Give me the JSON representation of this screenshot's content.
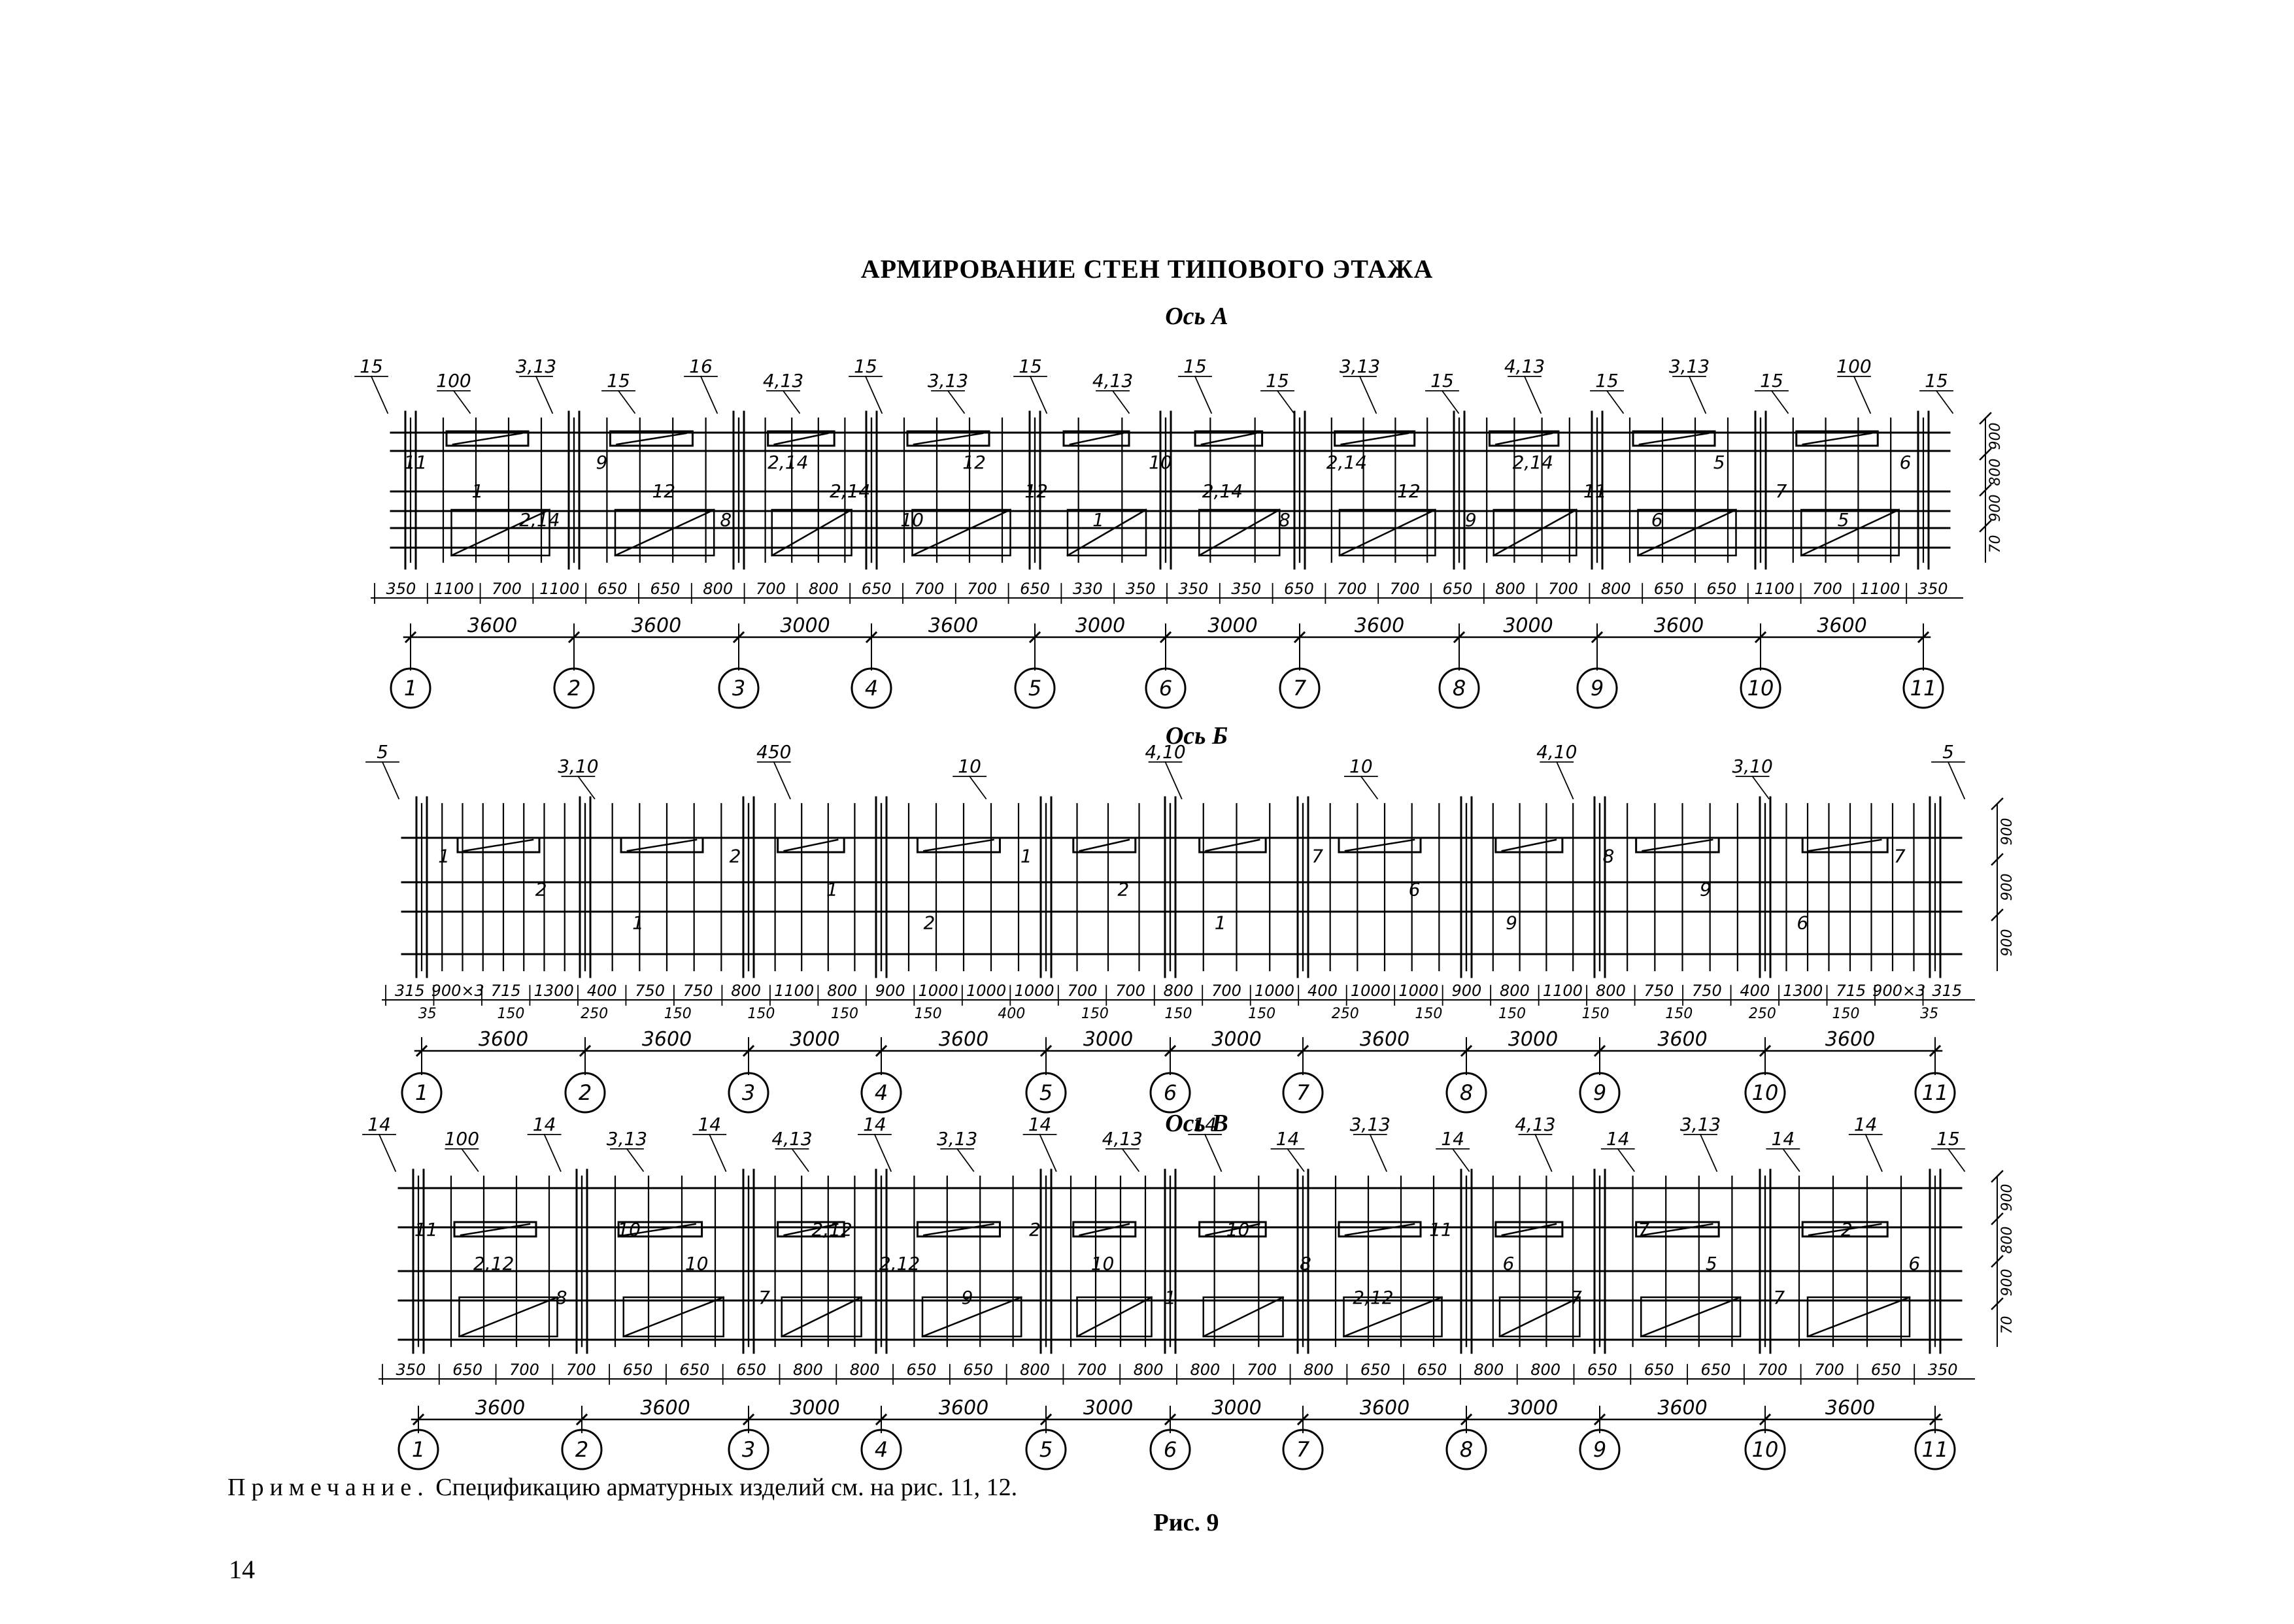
{
  "title": "АРМИРОВАНИЕ СТЕН ТИПОВОГО ЭТАЖА",
  "axes": [
    {
      "id": "A",
      "label": "Ось А"
    },
    {
      "id": "B",
      "label": "Ось Б"
    },
    {
      "id": "V",
      "label": "Ось В"
    }
  ],
  "gridlines": [
    "1",
    "2",
    "3",
    "4",
    "5",
    "6",
    "7",
    "8",
    "9",
    "10",
    "11"
  ],
  "axisA": {
    "spans": [
      "3600",
      "3600",
      "3000",
      "3600",
      "3000",
      "3000",
      "3600",
      "3000",
      "3600",
      "3600"
    ],
    "sub_dims": [
      "350",
      "1100",
      "700",
      "1100",
      "650",
      "650",
      "800",
      "700",
      "800",
      "650",
      "700",
      "700",
      "650",
      "330",
      "350",
      "350",
      "350",
      "650",
      "700",
      "700",
      "650",
      "800",
      "700",
      "800",
      "650",
      "650",
      "1100",
      "700",
      "1100",
      "350"
    ],
    "marks": [
      "15",
      "100",
      "3,13",
      "15",
      "16",
      "4,13",
      "15",
      "3,13",
      "15",
      "4,13",
      "15",
      "15",
      "3,13",
      "15",
      "4,13",
      "15",
      "3,13",
      "15",
      "100",
      "15",
      "11",
      "1",
      "2,14",
      "9",
      "12",
      "8",
      "2,14",
      "2,14",
      "10",
      "12",
      "12",
      "1",
      "10",
      "2,14",
      "8",
      "2,14",
      "12",
      "9",
      "2,14",
      "11",
      "6",
      "5",
      "7",
      "5",
      "6"
    ],
    "right_dims": [
      "900",
      "800",
      "900",
      "70"
    ]
  },
  "axisB": {
    "spans": [
      "3600",
      "3600",
      "3000",
      "3600",
      "3000",
      "3000",
      "3600",
      "3000",
      "3600",
      "3600"
    ],
    "sub_dims": [
      "315",
      "900×3",
      "715",
      "1300",
      "400",
      "750",
      "750",
      "800",
      "1100",
      "800",
      "900",
      "1000",
      "1000",
      "1000",
      "700",
      "700",
      "800",
      "700",
      "1000",
      "400",
      "1000",
      "1000",
      "900",
      "800",
      "1100",
      "800",
      "750",
      "750",
      "400",
      "1300",
      "715",
      "900×3",
      "315"
    ],
    "lower_dims": [
      "35",
      "150",
      "250",
      "150",
      "150",
      "150",
      "150",
      "400",
      "150",
      "150",
      "150",
      "250",
      "150",
      "150",
      "150",
      "150",
      "250",
      "150",
      "35"
    ],
    "marks": [
      "5",
      "3,10",
      "450",
      "10",
      "4,10",
      "10",
      "4,10",
      "3,10",
      "5",
      "1",
      "2",
      "1",
      "2",
      "1",
      "2",
      "1",
      "2",
      "1",
      "7",
      "6",
      "9",
      "8",
      "9",
      "6",
      "7"
    ],
    "right_dims": [
      "900",
      "900",
      "900"
    ]
  },
  "axisV": {
    "spans": [
      "3600",
      "3600",
      "3000",
      "3600",
      "3000",
      "3000",
      "3600",
      "3000",
      "3600",
      "3600"
    ],
    "sub_dims": [
      "350",
      "650",
      "700",
      "700",
      "650",
      "650",
      "650",
      "800",
      "800",
      "650",
      "650",
      "800",
      "700",
      "800",
      "800",
      "700",
      "800",
      "650",
      "650",
      "800",
      "800",
      "650",
      "650",
      "650",
      "700",
      "700",
      "650",
      "350"
    ],
    "marks": [
      "14",
      "100",
      "14",
      "3,13",
      "14",
      "4,13",
      "14",
      "3,13",
      "14",
      "4,13",
      "14",
      "14",
      "3,13",
      "14",
      "4,13",
      "14",
      "3,13",
      "14",
      "14",
      "15",
      "11",
      "2,12",
      "8",
      "10",
      "10",
      "7",
      "2,12",
      "2,12",
      "9",
      "2",
      "10",
      "1",
      "10",
      "8",
      "2,12",
      "11",
      "6",
      "7",
      "7",
      "5",
      "7",
      "2",
      "6"
    ],
    "right_dims": [
      "900",
      "800",
      "900",
      "70"
    ]
  },
  "note": {
    "lead": "Примечание.",
    "text": " Спецификацию арматурных изделий см. на рис. 11, 12."
  },
  "figure_label": "Рис. 9",
  "page_number": "14"
}
